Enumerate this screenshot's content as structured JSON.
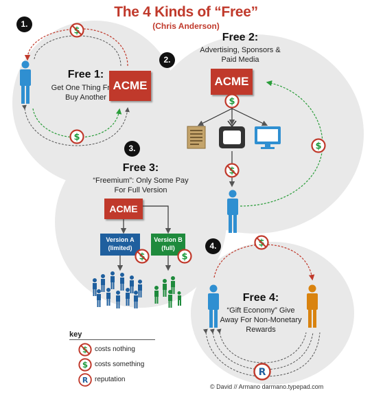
{
  "title": "The 4 Kinds of “Free”",
  "subtitle": "(Chris Anderson)",
  "models": [
    {
      "number": "1.",
      "heading": "Free 1:",
      "desc_lines": [
        "Get One Thing Free,",
        "Buy Another"
      ]
    },
    {
      "number": "2.",
      "heading": "Free 2:",
      "desc_lines": [
        "Advertising, Sponsors &",
        "Paid Media"
      ]
    },
    {
      "number": "3.",
      "heading": "Free 3:",
      "desc_lines": [
        "“Freemium”: Only Some Pay",
        "For Full Version"
      ]
    },
    {
      "number": "4.",
      "heading": "Free 4:",
      "desc_lines": [
        "“Gift Economy” Give",
        "Away For Non-Monetary",
        "Rewards"
      ]
    }
  ],
  "acme_label": "ACME",
  "versions": {
    "a": {
      "line1": "Version A",
      "line2": "(limited)"
    },
    "b": {
      "line1": "Version B",
      "line2": "(full)"
    }
  },
  "key": {
    "title": "key",
    "items": [
      {
        "icon": "no-dollar-icon",
        "label": "costs nothing"
      },
      {
        "icon": "dollar-icon",
        "label": "costs something"
      },
      {
        "icon": "reputation-icon",
        "label": "reputation"
      }
    ]
  },
  "credit": "© David // Armano  darmano.typepad.com",
  "colors": {
    "title_red": "#c0392b",
    "acme_red": "#c0392b",
    "person_blue": "#2f8fd1",
    "person_orange": "#d9830f",
    "version_a_blue": "#1f5f9e",
    "version_b_green": "#1e8a3c",
    "dollar_green": "#1e9a3c",
    "arrow_green": "#2a9d3a",
    "arrow_red": "#c0392b",
    "arrow_gray": "#555555",
    "circle_gray": "#e9e9e9"
  }
}
